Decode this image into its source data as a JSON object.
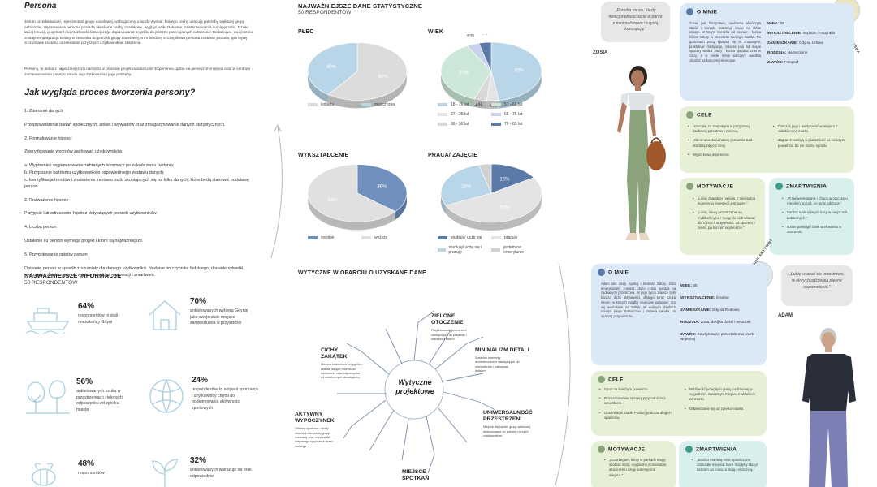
{
  "col1": {
    "persona_title": "Persona",
    "intro": "Jest to przedstawiciel, reprezentant grupy docelowej, wzbogacony o ludzki wymiar, którego cechy ukazują potrzeby większej grupy odbiorców. Wykreowana persona posiada określone cechy charakteru, wygląd, wykształcenie, zainteresowania i umiejętności. Dzięki takiej kreacji, projektant ma możliwość łatwiejszego dopasowania projektu do potrzeb potencjalnych odbiorców. Dodatkowo, zwiększona zostaje empatyzacja twórcy w stosunku do potrzeb grupy docelowej, a im bardziej szczegółowo persona zostanie podana, tym lepiej zrozumiane zostaną oczekiwania przyszłych użytkowników założenia.",
    "intro2": "Persony, to jedna z najważniejszych narzędzi w procesie projektowania User Experience, gdzie na pierwszym miejscu oraz w centrum zainteresowania zawsze stawia się użytkownika i jego potrzeby.",
    "question": "Jak wygląda proces tworzenia persony?",
    "steps": [
      "1. Zbieranie danych",
      "Przeprowadzenie badań społecznych, ankiet i wywiadów oraz zmagazynowanie danych statystycznych.",
      "2. Formułowanie hipotez",
      "Zweryfikowanie wzorców zachowań użytkowników.",
      "a. Wypisanie i wygenerowanie zebranych informacji po zakończeniu badania;",
      "b. Przypisanie każdemu użytkownikowi odpowiedniego zestawu danych;",
      "c. Identyfikacja trendów i znalezienie zestawu osób skupiających się na kilku danych, które będą stanowić podstawę person.",
      "3. Rozważenie hipotez",
      "Przyjęcie lub odrzucenie hipotez dotyczących potrzeb użytkowników.",
      "4. Liczba person",
      "Ustalenie ilu person wymaga projekt i które są najważniejsze.",
      "5. Przygotowanie opisów person",
      "Opisanie person w sposób zrozumiały dla danego użytkownika. Nadanie im czynnika ludzkiego, dodanie sylwetki, wieku, płci, zainteresowań, wypisanie celów, motywacji i zmartwień."
    ],
    "info_title": "NAJWAŻNIEJSZE INFORMACJE",
    "info_sub": "50 RESPONDENTÓW",
    "facts": [
      {
        "pct": "64%",
        "desc": "respondentów to stali mieszkańcy Gdyni",
        "icon": "ship-icon"
      },
      {
        "pct": "70%",
        "desc": "ankietowanych wybiera Gdynię jako swoje stałe miejsce zamieszkania w przyszłości",
        "icon": "house-icon"
      },
      {
        "pct": "56%",
        "desc": "ankietowanych szuka w przestrzeniach zielonych odpoczynku od zgiełku miasta",
        "icon": "trees-icon"
      },
      {
        "pct": "24%",
        "desc": "respondentów to aktywni sportowcy i użytkownicy chętni do podejmowania aktywności sportowych",
        "icon": "ball-icon"
      },
      {
        "pct": "48%",
        "desc": "respondentów",
        "icon": "bee-icon"
      },
      {
        "pct": "32%",
        "desc": "ankietowanych wskazuje na brak odpowiedniej",
        "icon": "plant-icon"
      }
    ]
  },
  "col2": {
    "stats_title": "NAJWAŻNIEJSZE DANE STATYSTYCZNE",
    "stats_sub": "50 RESPONDENTÓW",
    "guidelines_title": "WYTYCZNE W OPARCIU O UZYSKANE DANE",
    "center_label": "Wytyczne projektowe",
    "guidelines": [
      {
        "title": "ZIELONE OTOCZENIE",
        "desc": "Projektowanie przestrzeni nawiązujące do przyrody i naturalnej zieleni"
      },
      {
        "title": "MINIMALIZM DETALI",
        "desc": "Subtelne elementy architektoniczne nawiązujące do minimalizmu i zabudowy detalem"
      },
      {
        "title": "UNIWERSALNOŚĆ PRZESTRZENI",
        "desc": "Miejsce dla każdej grupy wiekowej dostosowane do potrzeb różnych użytkowników"
      },
      {
        "title": "MIEJSCE SPOTKAŃ",
        "desc": ""
      },
      {
        "title": "AKTYWNY WYPOCZYNEK",
        "desc": "Obiekty sportowe i strefy rekreacji dla każdej grupy wiekowej oraz miejsca do aktywnego spędzania czasu wolnego"
      },
      {
        "title": "CICHY ZAKĄTEK",
        "desc": "Miejsca oddzielone od zgiełku miasta, dające możliwość wyciszenia oraz odpoczynku od codziennych obowiązków"
      }
    ]
  },
  "chart_data": [
    {
      "type": "pie",
      "title": "PŁEĆ",
      "categories": [
        "kobieta",
        "mężczyzna"
      ],
      "values": [
        60,
        40
      ],
      "labels": [
        "60%",
        "40%"
      ],
      "colors": [
        "#dcdcdc",
        "#b9d5e8"
      ],
      "legend": "bottom"
    },
    {
      "type": "pie",
      "title": "WIEK",
      "categories": [
        "18 - 26 lat",
        "27 - 35 lat",
        "36 - 50 lat",
        "51 - 65 lat",
        "66 - 75 lat",
        "76 - 85 lat"
      ],
      "values": [
        48,
        4,
        4,
        37,
        4,
        4
      ],
      "labels": [
        "48%",
        "4%",
        "4%",
        "37%",
        "4%",
        "4%"
      ],
      "colors": [
        "#b9d5e8",
        "#e4e4e4",
        "#d8d8d8",
        "#cde8d8",
        "#c8d2ea",
        "#5b7aa8"
      ],
      "legend": "bottom"
    },
    {
      "type": "pie",
      "title": "WYKSZTAŁCENIE",
      "categories": [
        "średnie",
        "wyższe"
      ],
      "values": [
        36,
        64
      ],
      "labels": [
        "36%",
        "64%"
      ],
      "colors": [
        "#6f8fbd",
        "#e0e0e0"
      ],
      "legend": "bottom"
    },
    {
      "type": "pie",
      "title": "PRACA/ ZAJĘCIE",
      "categories": [
        "studiuję/ uczę się",
        "pracuję",
        "studiuję/ uczę się i pracuję",
        "jestem na emeryturze"
      ],
      "values": [
        16,
        52,
        28,
        4
      ],
      "labels": [
        "16%",
        "52%",
        "28%",
        "4%"
      ],
      "colors": [
        "#5b7aa8",
        "#e4e4e4",
        "#b9d5e8",
        "#d0d0d0"
      ],
      "legend": "bottom"
    }
  ],
  "col3": {
    "zosia": {
      "name": "ZOSIA",
      "quote": "„Podoba mi się, kiedy funkcjonalność idzie w parze z minimalizmem i czystą koncepcją.”",
      "side_label": "CISZA TOWARZYSKA",
      "about_title": "O MNIE",
      "about": "Zosia jest fotografem, niedawno skończyła studia i zaczęła realizację swoje na różne okazje. W Gdyni mieszka od zawsze i kocha klimat natury w otoczeniu swojego miasta. Po godzinach pracy spotyka się ze znajomymi, praktykuje medytację, zabiera psa na długie spacery wzdłuż plaży i kocha spędzać czas w ciszy, a w ciepłe letnie wieczory uwielbia chodzić na koncerty plenerowe.",
      "kv": [
        {
          "k": "WIEK:",
          "v": "26"
        },
        {
          "k": "WYKSZTAŁCENIE:",
          "v": "Wyższe, Fotografia"
        },
        {
          "k": "ZAMIESZKANIE:",
          "v": "Gdynia Orłowo"
        },
        {
          "k": "RODZINA:",
          "v": "Narzeczone"
        },
        {
          "k": "ZAWÓD:",
          "v": "Fotograf"
        }
      ],
      "goals_title": "CELE",
      "goals_left": [
        "Uciec się ze znajomymi w przyjaznej, zadbanej przestrzeni zielonej.",
        "Móc w otoczeniu natury pracować nad obróbką zdjęć z sesji.",
        "Wyjść kawą w plenerze."
      ],
      "goals_right": [
        "Ćwiczyć jogę i medytować w miejscu z widokiem na morze.",
        "Zagrać z rodziną w planszówki na świeżym powietrzu, bo nie mamy ogrodu."
      ],
      "motiv_title": "MOTYWACJE",
      "motiv": [
        "„Lubię charakter parków, z minimalną ingerencją inwestycji jest super.”",
        "„Lubię, kiedy przestrzenie są multifunkcyjne i mogę do nich wracać dla różnych aktywności, od spaceru z psem, po koncert w plenerze.”"
      ],
      "worry_title": "ZMARTWIENIA",
      "worry": [
        "„Przeinwestowanie i chaos w otoczeniu miejskim, to coś, co mnie odrzuca.”",
        "Bardzo mało leśnych kocy w miejscach publicznych.”",
        "Dzikie parkingi i brak strefowania w otoczeniu."
      ]
    },
    "adam": {
      "name": "ADAM",
      "quote": "„Lubię wracać do przestrzeni, w których odżywają piękne wspomnienia.”",
      "side_label": "TYP SENIOR AKTYWNY",
      "about_title": "O MNIE",
      "about": "Adam lubi ciszę, spokój i bliskość natury. Jako emerytowany żołnierz, dużo czasu spędza na zadbanych przestrzeni. W jego życiu zawsze było bardzo dużo aktywności, dlatego teraz szuka miejsc, w których mógłby spokojnie pobiegać, czy się wodnikiem na Bałtyk. W wolnych chwilach rozwija pasje botaniczne i zabiera wnuka na spacery przyrodnicze.",
      "kv": [
        {
          "k": "WIEK:",
          "v": "65"
        },
        {
          "k": "WYKSZTAŁCENIE:",
          "v": "Średnie"
        },
        {
          "k": "ZAMIESZKANIE:",
          "v": "Gdynia Redłowo"
        },
        {
          "k": "RODZINA:",
          "v": "Żona, dwójka dzieci i wnuczek"
        },
        {
          "k": "ZAWÓD:",
          "v": "Emerytowany porucznik marynarki wojennej"
        }
      ],
      "goals_title": "CELE",
      "goals_left": [
        "Sport na świeżym powietrzu.",
        "Rozpoznawanie spacery przyrodnicze z wnuczkiem.",
        "Obserwacja Zatoki Puckiej podczas długich spacerów."
      ],
      "goals_right": [
        "Możliwość przeglądu prasy codziennej w wygodnym, zacisznym miejscu z widokiem na morze.",
        "Odwiedzanie się od zgiełku miasta."
      ],
      "motiv_title": "MOTYWACJE",
      "motiv": [
        "„Dostrzegam, kiedy w parkach mogę spotkać stary, oryginalny drzewostan, dzięki temu czuję autentyczne miejsca.”"
      ],
      "worry_title": "ZMARTWIENIA",
      "worry": [
        "„Bardzo martwią mnie opuszczone, zdziczałe miejsca, które mogłyby służyć ludziom na nowo, a stoją i niszczeją.”"
      ]
    }
  }
}
